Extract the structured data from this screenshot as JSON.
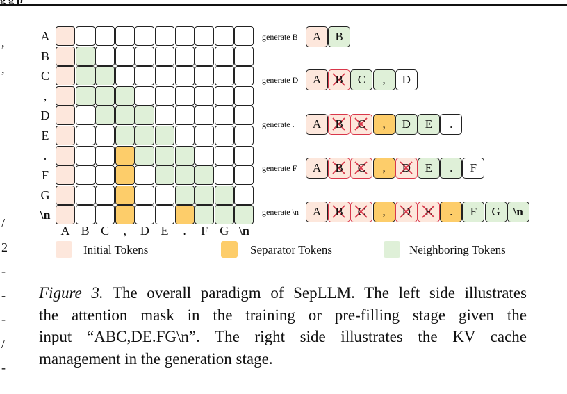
{
  "heading": "g  g                    p",
  "margin_marks": [
    ",",
    ",",
    "/",
    "2",
    "-",
    "-",
    "-",
    "/",
    "-"
  ],
  "matrix": {
    "row_labels": [
      "A",
      "B",
      "C",
      ",",
      "D",
      "E",
      ".",
      "F",
      "G",
      "\\n"
    ],
    "col_labels": [
      "A",
      "B",
      "C",
      ",",
      "D",
      "E",
      ".",
      "F",
      "G",
      "\\n"
    ],
    "cell_types": [
      [
        "init",
        "none",
        "none",
        "none",
        "none",
        "none",
        "none",
        "none",
        "none",
        "none"
      ],
      [
        "init",
        "nei",
        "none",
        "none",
        "none",
        "none",
        "none",
        "none",
        "none",
        "none"
      ],
      [
        "init",
        "nei",
        "nei",
        "none",
        "none",
        "none",
        "none",
        "none",
        "none",
        "none"
      ],
      [
        "init",
        "nei",
        "nei",
        "nei",
        "none",
        "none",
        "none",
        "none",
        "none",
        "none"
      ],
      [
        "init",
        "none",
        "nei",
        "nei",
        "nei",
        "none",
        "none",
        "none",
        "none",
        "none"
      ],
      [
        "init",
        "none",
        "none",
        "nei",
        "nei",
        "nei",
        "none",
        "none",
        "none",
        "none"
      ],
      [
        "init",
        "none",
        "none",
        "sep",
        "nei",
        "nei",
        "nei",
        "none",
        "none",
        "none"
      ],
      [
        "init",
        "none",
        "none",
        "sep",
        "none",
        "nei",
        "nei",
        "nei",
        "none",
        "none"
      ],
      [
        "init",
        "none",
        "none",
        "sep",
        "none",
        "none",
        "nei",
        "nei",
        "nei",
        "none"
      ],
      [
        "init",
        "none",
        "none",
        "sep",
        "none",
        "none",
        "sep",
        "nei",
        "nei",
        "nei"
      ]
    ]
  },
  "colors": {
    "initial": "#fde7dc",
    "separator": "#fdcd6a",
    "neighboring": "#dff0d8",
    "evicted_border": "#d8374a"
  },
  "generation": [
    {
      "label": "generate B",
      "tokens": [
        {
          "text": "A",
          "type": "init",
          "evicted": false
        },
        {
          "text": "B",
          "type": "nei",
          "evicted": false
        }
      ]
    },
    {
      "label": "generate D",
      "tokens": [
        {
          "text": "A",
          "type": "init",
          "evicted": false
        },
        {
          "text": "B",
          "type": "init",
          "evicted": true
        },
        {
          "text": "C",
          "type": "nei",
          "evicted": false
        },
        {
          "text": ",",
          "type": "nei",
          "evicted": false
        },
        {
          "text": "D",
          "type": "none",
          "evicted": false
        }
      ]
    },
    {
      "label": "generate .",
      "tokens": [
        {
          "text": "A",
          "type": "init",
          "evicted": false
        },
        {
          "text": "B",
          "type": "init",
          "evicted": true
        },
        {
          "text": "C",
          "type": "init",
          "evicted": true
        },
        {
          "text": ",",
          "type": "sep",
          "evicted": false
        },
        {
          "text": "D",
          "type": "nei",
          "evicted": false
        },
        {
          "text": "E",
          "type": "nei",
          "evicted": false
        },
        {
          "text": ".",
          "type": "none",
          "evicted": false
        }
      ]
    },
    {
      "label": "generate F",
      "tokens": [
        {
          "text": "A",
          "type": "init",
          "evicted": false
        },
        {
          "text": "B",
          "type": "init",
          "evicted": true
        },
        {
          "text": "C",
          "type": "init",
          "evicted": true
        },
        {
          "text": ",",
          "type": "sep",
          "evicted": false
        },
        {
          "text": "D",
          "type": "init",
          "evicted": true
        },
        {
          "text": "E",
          "type": "nei",
          "evicted": false
        },
        {
          "text": ".",
          "type": "nei",
          "evicted": false
        },
        {
          "text": "F",
          "type": "none",
          "evicted": false
        }
      ]
    },
    {
      "label": "generate \\n",
      "tokens": [
        {
          "text": "A",
          "type": "init",
          "evicted": false
        },
        {
          "text": "B",
          "type": "init",
          "evicted": true
        },
        {
          "text": "C",
          "type": "init",
          "evicted": true
        },
        {
          "text": ",",
          "type": "sep",
          "evicted": false
        },
        {
          "text": "D",
          "type": "init",
          "evicted": true
        },
        {
          "text": "E",
          "type": "init",
          "evicted": true
        },
        {
          "text": ".",
          "type": "sep",
          "evicted": false
        },
        {
          "text": "F",
          "type": "nei",
          "evicted": false
        },
        {
          "text": "G",
          "type": "nei",
          "evicted": false
        },
        {
          "text": "\\n",
          "type": "nei",
          "evicted": false
        }
      ]
    }
  ],
  "legend": {
    "initial": "Initial Tokens",
    "separator": "Separator Tokens",
    "neighboring": "Neighboring Tokens"
  },
  "caption": {
    "figure_label": "Figure 3.",
    "lines": [
      " The overall paradigm of SepLLM. The left side illustrates",
      "the attention mask in the training or pre-filling stage given the",
      "input “ABC,DE.FG\\n”. The right side illustrates the KV cache",
      "management in the generation stage."
    ]
  }
}
